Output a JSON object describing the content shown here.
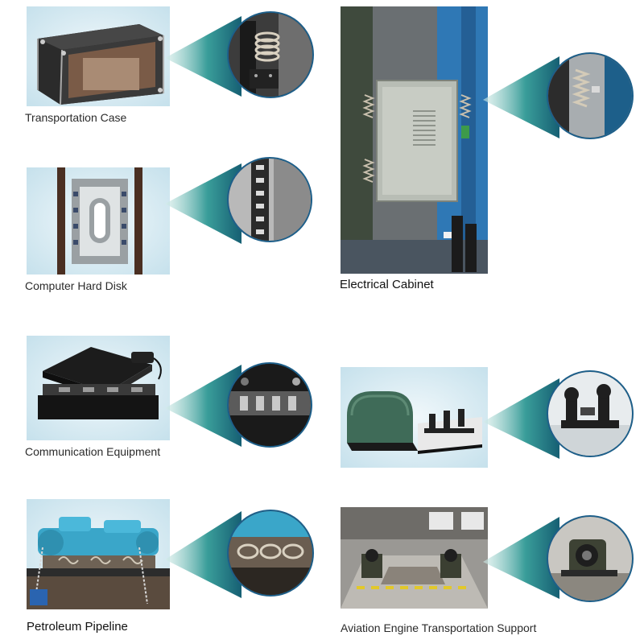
{
  "items": [
    {
      "caption": "Transportation Case"
    },
    {
      "caption": "Computer Hard Disk"
    },
    {
      "caption": "Electrical Cabinet"
    },
    {
      "caption": "Communication Equipment"
    },
    {
      "caption": "Petroleum Pipeline"
    },
    {
      "caption": "Aviation Engine Transportation Support"
    }
  ],
  "colors": {
    "photo_bg": "#cfe6ef",
    "beam_light": "#cfe9e6",
    "beam_dark": "#1f8a8a",
    "circle_border": "#1d5f8a",
    "pipeline_blue": "#3aa6c9",
    "cabinet_blue": "#2f78b5"
  }
}
